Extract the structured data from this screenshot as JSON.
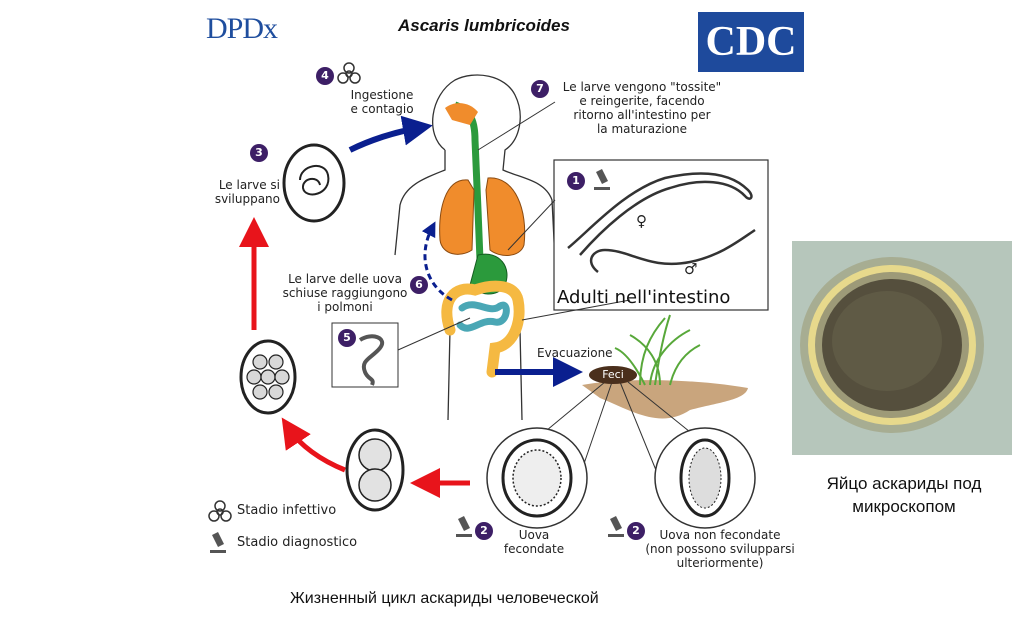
{
  "header": {
    "logo_left": "DPDx",
    "species": "Ascaris lumbricoides",
    "logo_right": "CDC"
  },
  "steps": {
    "s1": {
      "num": "1"
    },
    "s2a": {
      "num": "2",
      "label": "Uova\nfecondate"
    },
    "s2b": {
      "num": "2",
      "label": "Uova non fecondate\n(non possono svilupparsi\nulteriormente)"
    },
    "s3": {
      "num": "3",
      "label": "Le larve si\nsviluppano"
    },
    "s4": {
      "num": "4",
      "label": "Ingestione\ne contagio"
    },
    "s5": {
      "num": "5"
    },
    "s6": {
      "num": "6",
      "label": "Le larve delle uova\nschiuse raggiungono\ni polmoni"
    },
    "s7": {
      "num": "7",
      "label": "Le larve vengono \"tossite\"\ne reingerite, facendo\nritorno all'intestino per\nla maturazione"
    }
  },
  "adults": {
    "label": "Adulti nell'intestino",
    "female_symbol": "♀",
    "male_symbol": "♂"
  },
  "evacuation": {
    "label": "Evacuazione",
    "feci": "Feci"
  },
  "legend": {
    "infective": "Stadio infettivo",
    "diagnostic": "Stadio diagnostico"
  },
  "photo_caption": "Яйцо аскариды под\nмикроскопом",
  "bottom_caption": "Жизненный цикл аскариды человеческой",
  "colors": {
    "badge": "#3d1f66",
    "arrow_red": "#e8141b",
    "arrow_blue": "#0a1f8f",
    "lungs": "#f08c2c",
    "intestine": "#f5b942",
    "trachea": "#2b9a3c",
    "cdc_blue": "#1e4a9c"
  }
}
